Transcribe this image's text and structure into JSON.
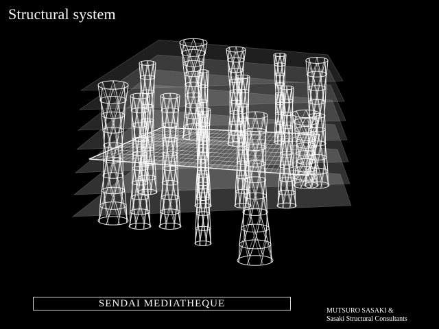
{
  "title": "Structural system",
  "caption": "SENDAI  MEDIATHEQUE",
  "credits": {
    "line1": "MUTSURO SASAKI  &",
    "line2": "Sasaki Structural Consultants"
  },
  "colors": {
    "background": "#000000",
    "structure": "#ffffff",
    "slab": "#bfbfbf"
  }
}
